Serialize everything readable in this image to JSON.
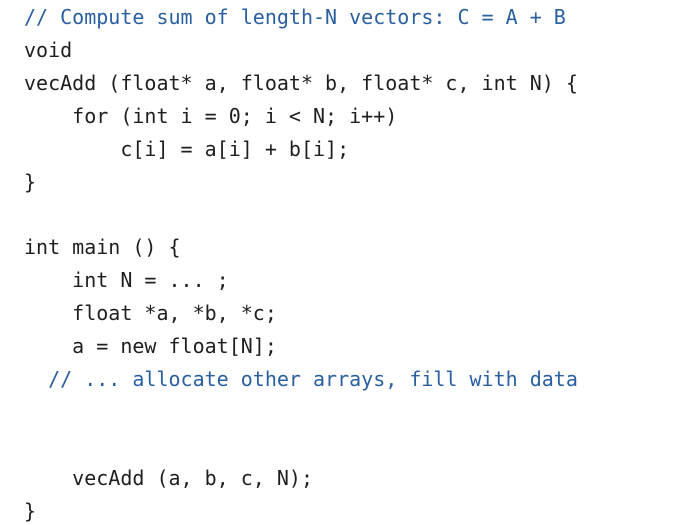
{
  "code": {
    "lines": [
      "// Compute sum of length-N vectors: C = A + B",
      "void",
      "vecAdd (float* a, float* b, float* c, int N) {",
      "    for (int i = 0; i < N; i++)",
      "        c[i] = a[i] + b[i];",
      "}",
      "",
      "int main () {",
      "    int N = ... ;",
      "    float *a, *b, *c;",
      "    a = new float[N];",
      "  // ... allocate other arrays, fill with data",
      "",
      "",
      "    vecAdd (a, b, c, N);",
      "}"
    ]
  }
}
